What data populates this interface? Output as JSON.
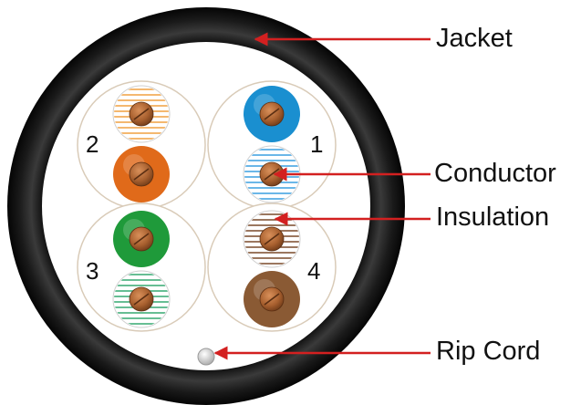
{
  "callouts": {
    "jacket": "Jacket",
    "conductor": "Conductor",
    "insulation": "Insulation",
    "rip_cord": "Rip Cord"
  },
  "pairs": [
    {
      "number": "1",
      "solid_color": "#1a8fd0",
      "stripe_color": "#3a9fe0"
    },
    {
      "number": "2",
      "solid_color": "#e06a1a",
      "stripe_color": "#f0a040"
    },
    {
      "number": "3",
      "solid_color": "#1f9a3a",
      "stripe_color": "#35a870"
    },
    {
      "number": "4",
      "solid_color": "#8a5a34",
      "stripe_color": "#7a4a2a"
    }
  ],
  "colors": {
    "jacket": "#0d0d0d",
    "arrow": "#d32020",
    "copper": "#b0683a",
    "pair_outline": "#d9cbb8",
    "rip_cord": "#e6e6e6"
  }
}
